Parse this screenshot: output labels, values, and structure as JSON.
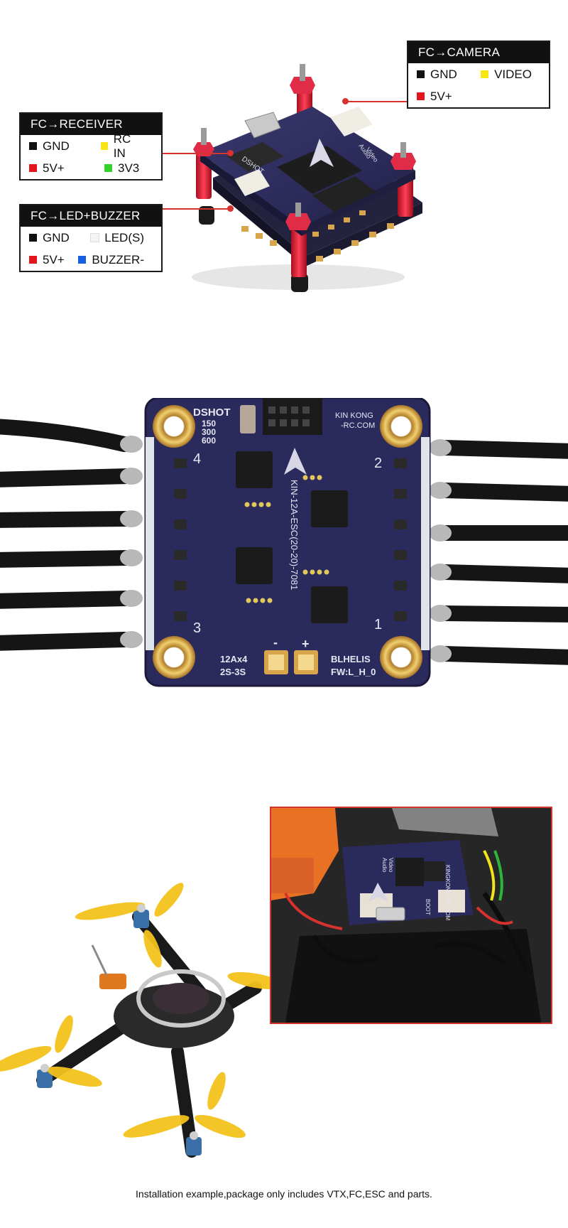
{
  "callouts": {
    "camera": {
      "title": "FC→CAMERA",
      "pins": [
        {
          "label": "GND",
          "color": "#111111"
        },
        {
          "label": "VIDEO",
          "color": "#f6e714"
        },
        {
          "label": "5V+",
          "color": "#e3141d"
        }
      ]
    },
    "receiver": {
      "title": "FC→RECEIVER",
      "pins": [
        {
          "label": "GND",
          "color": "#111111"
        },
        {
          "label": "RC IN",
          "color": "#f6e714"
        },
        {
          "label": "5V+",
          "color": "#e3141d"
        },
        {
          "label": "3V3",
          "color": "#33d129"
        }
      ]
    },
    "led_buzzer": {
      "title": "FC→LED+BUZZER",
      "pins": [
        {
          "label": "GND",
          "color": "#111111"
        },
        {
          "label": "LED(S)",
          "color": "#f2f4f6"
        },
        {
          "label": "5V+",
          "color": "#e3141d"
        },
        {
          "label": "BUZZER-",
          "color": "#1560e0"
        }
      ]
    }
  },
  "stack_board": {
    "silk_dshot": "DSHOT",
    "silk_video": "Video",
    "silk_audio": "Audio"
  },
  "esc_board": {
    "dshot": "DSHOT",
    "dshot_rates": [
      "150",
      "300",
      "600"
    ],
    "brand_line1": "KIN KONG",
    "brand_line2": "-RC.COM",
    "model": "KIN-12A-ESC(20-20)-7081",
    "rating": "12Ax4",
    "cells": "2S-3S",
    "fw_line1": "BLHELIS",
    "fw_line2": "FW:L_H_0",
    "motor_numbers": [
      "1",
      "2",
      "3",
      "4"
    ],
    "minus": "-",
    "plus": "+"
  },
  "inset": {
    "silk_video": "Video",
    "silk_audio": "Audio",
    "silk_boot": "BOOT",
    "silk_brand": "KINGKONG-RC.COM"
  },
  "caption": "Installation example,package only includes VTX,FC,ESC and parts.",
  "colors": {
    "board_purple": "#2b2a5c",
    "accent_red": "#d6322e",
    "standoff_red": "#d9233a",
    "prop_yellow": "#f3c21c"
  }
}
